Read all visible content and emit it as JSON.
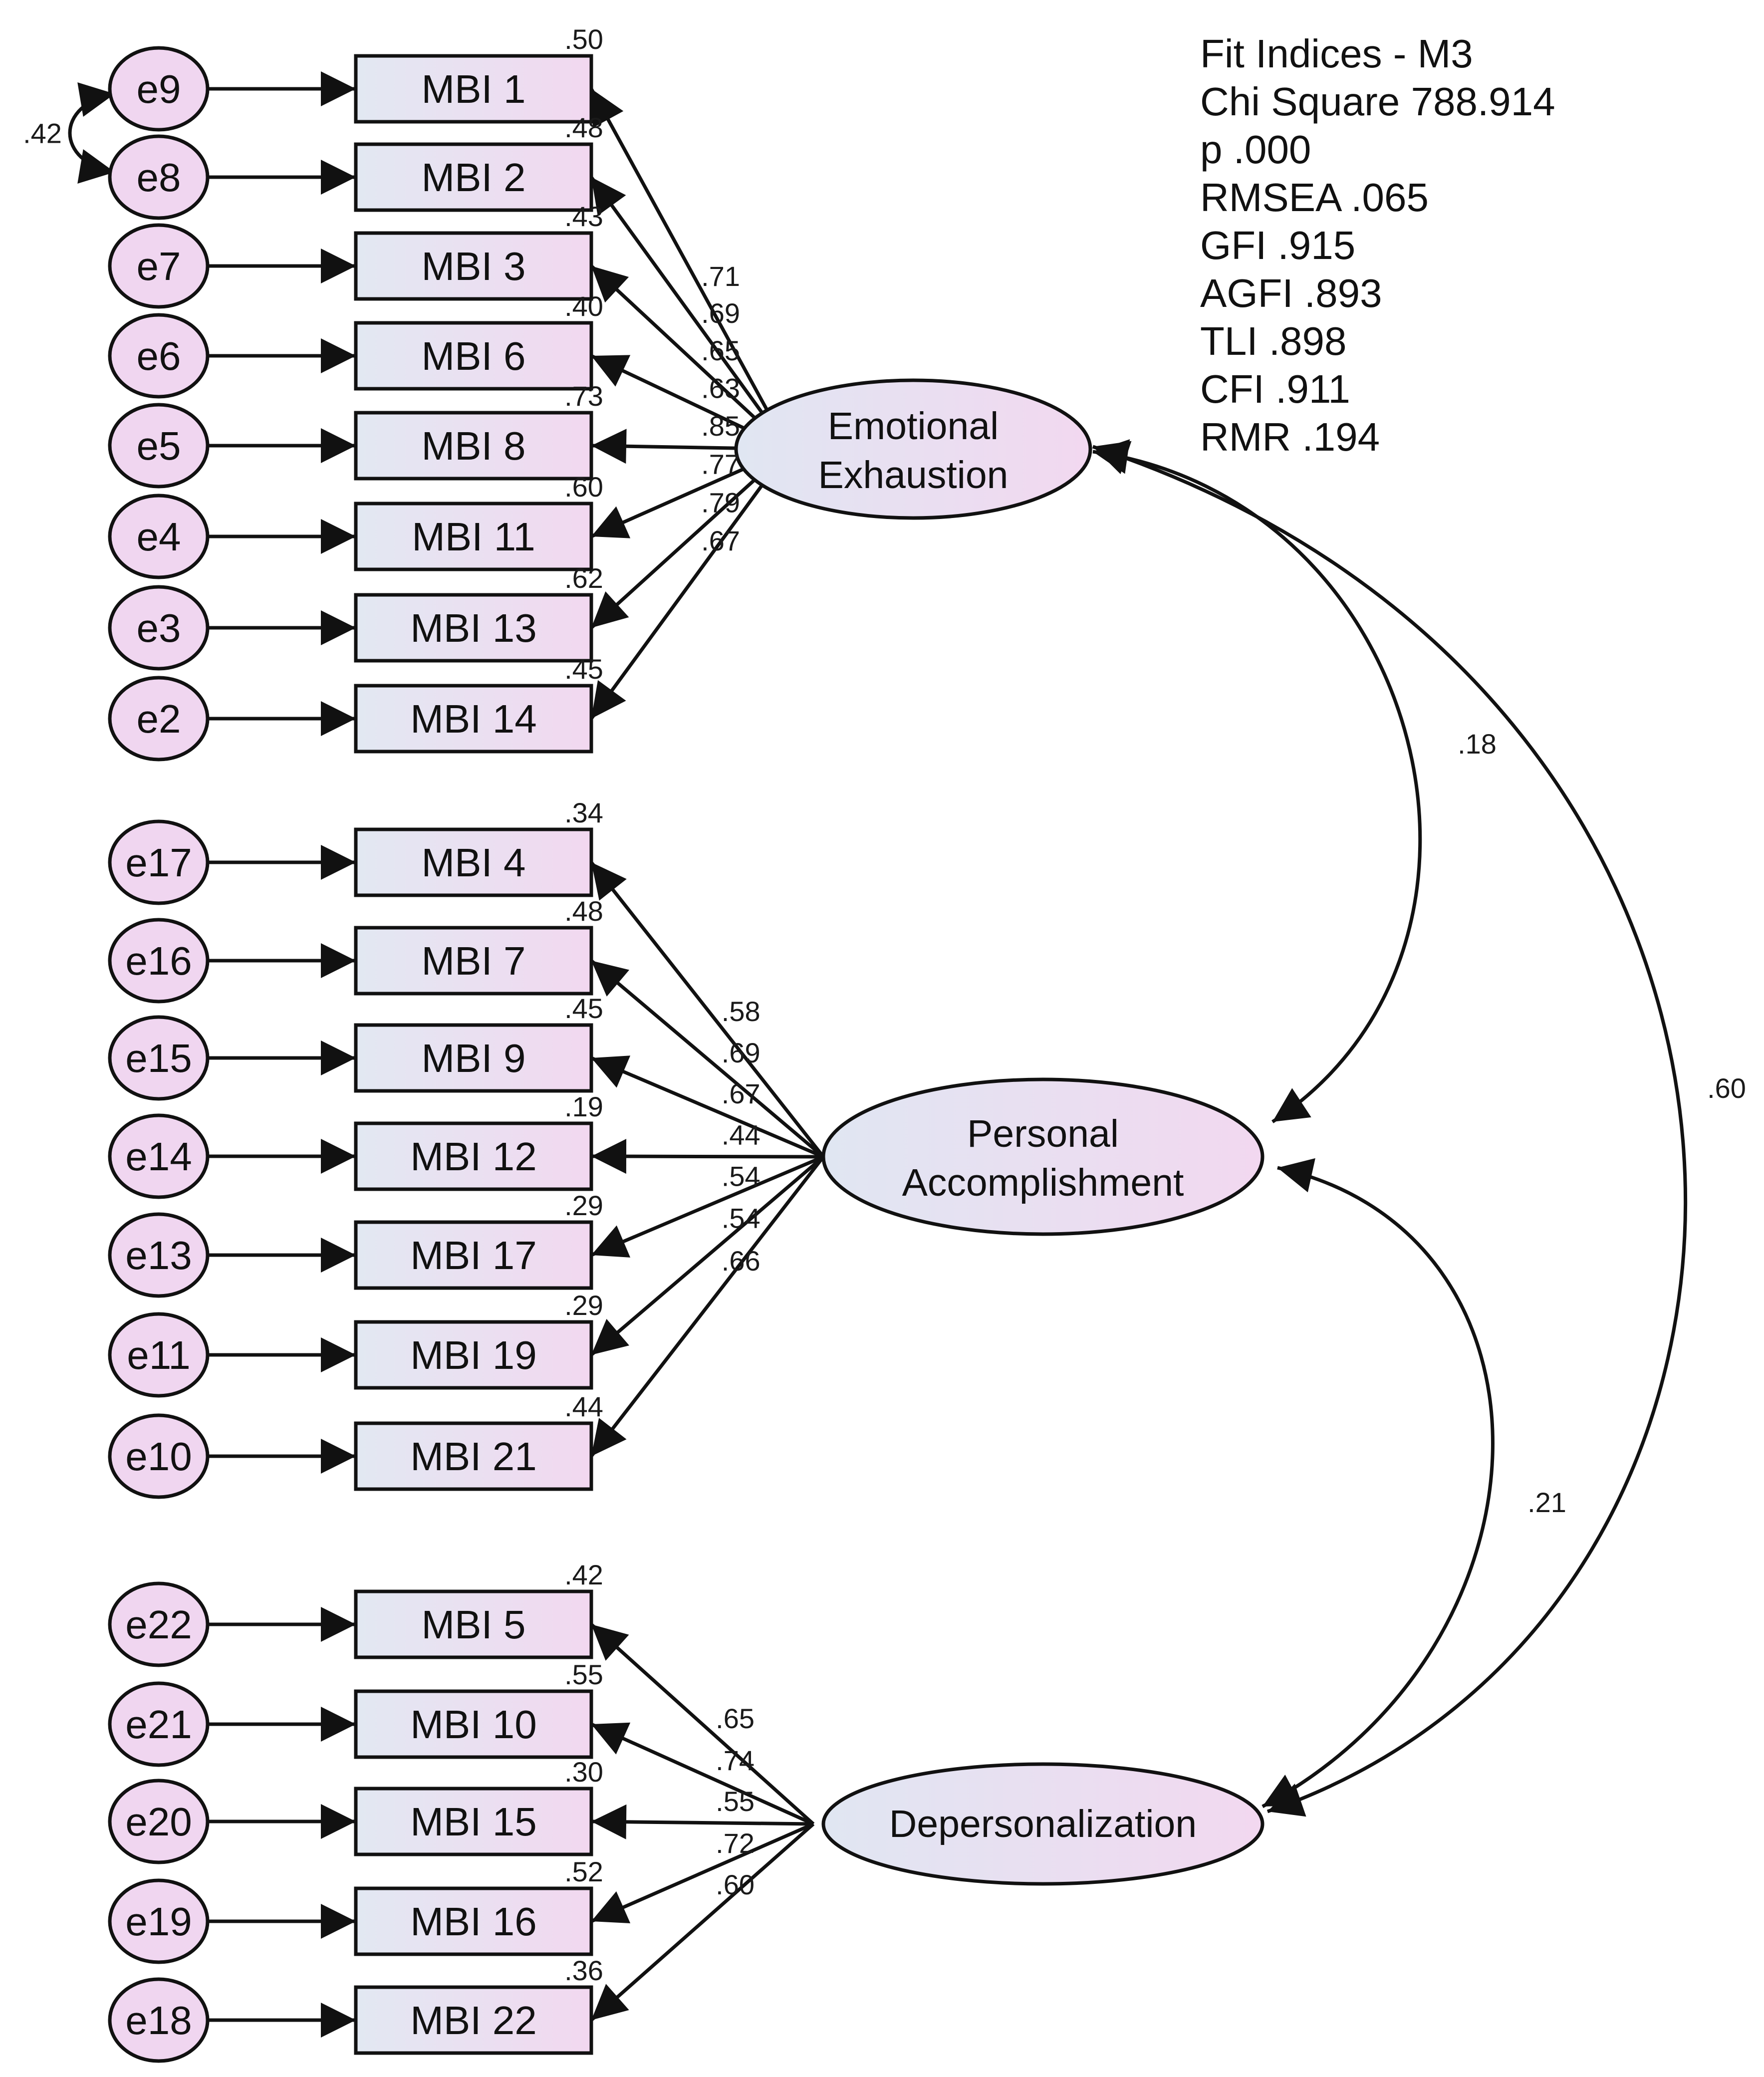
{
  "fit_indices": [
    "Fit Indices - M3",
    "Chi Square 788.914",
    "p .000",
    "RMSEA .065",
    "GFI .915",
    "AGFI .893",
    "TLI .898",
    "CFI .911",
    "RMR .194"
  ],
  "factors": [
    {
      "id": "EE",
      "label": [
        "Emotional",
        "Exhaustion"
      ],
      "items": [
        {
          "error": "e9",
          "item": "MBI 1",
          "r2": ".50",
          "loading": ".71"
        },
        {
          "error": "e8",
          "item": "MBI 2",
          "r2": ".48",
          "loading": ".69"
        },
        {
          "error": "e7",
          "item": "MBI 3",
          "r2": ".43",
          "loading": ".65"
        },
        {
          "error": "e6",
          "item": "MBI 6",
          "r2": ".40",
          "loading": ".63"
        },
        {
          "error": "e5",
          "item": "MBI 8",
          "r2": ".73",
          "loading": ".85"
        },
        {
          "error": "e4",
          "item": "MBI 11",
          "r2": ".60",
          "loading": ".77"
        },
        {
          "error": "e3",
          "item": "MBI 13",
          "r2": ".62",
          "loading": ".79"
        },
        {
          "error": "e2",
          "item": "MBI 14",
          "r2": ".45",
          "loading": ".67"
        }
      ]
    },
    {
      "id": "PA",
      "label": [
        "Personal",
        "Accomplishment"
      ],
      "items": [
        {
          "error": "e17",
          "item": "MBI 4",
          "r2": ".34",
          "loading": ".58"
        },
        {
          "error": "e16",
          "item": "MBI 7",
          "r2": ".48",
          "loading": ".69"
        },
        {
          "error": "e15",
          "item": "MBI 9",
          "r2": ".45",
          "loading": ".67"
        },
        {
          "error": "e14",
          "item": "MBI 12",
          "r2": ".19",
          "loading": ".44"
        },
        {
          "error": "e13",
          "item": "MBI 17",
          "r2": ".29",
          "loading": ".54"
        },
        {
          "error": "e11",
          "item": "MBI 19",
          "r2": ".29",
          "loading": ".54"
        },
        {
          "error": "e10",
          "item": "MBI 21",
          "r2": ".44",
          "loading": ".66"
        }
      ]
    },
    {
      "id": "DP",
      "label": [
        "Depersonalization"
      ],
      "items": [
        {
          "error": "e22",
          "item": "MBI 5",
          "r2": ".42",
          "loading": ".65"
        },
        {
          "error": "e21",
          "item": "MBI 10",
          "r2": ".55",
          "loading": ".74"
        },
        {
          "error": "e20",
          "item": "MBI 15",
          "r2": ".30",
          "loading": ".55"
        },
        {
          "error": "e19",
          "item": "MBI 16",
          "r2": ".52",
          "loading": ".72"
        },
        {
          "error": "e18",
          "item": "MBI 22",
          "r2": ".36",
          "loading": ".60"
        }
      ]
    }
  ],
  "error_covariance": {
    "from": "e9",
    "to": "e8",
    "value": ".42"
  },
  "factor_correlations": [
    {
      "from": "EE",
      "to": "PA",
      "value": ".18"
    },
    {
      "from": "PA",
      "to": "DP",
      "value": ".21"
    },
    {
      "from": "EE",
      "to": "DP",
      "value": ".60"
    }
  ],
  "colors": {
    "stroke": "#111111",
    "fill_pink": "#f0d6f0",
    "fill_blue": "#e2e8f2"
  }
}
